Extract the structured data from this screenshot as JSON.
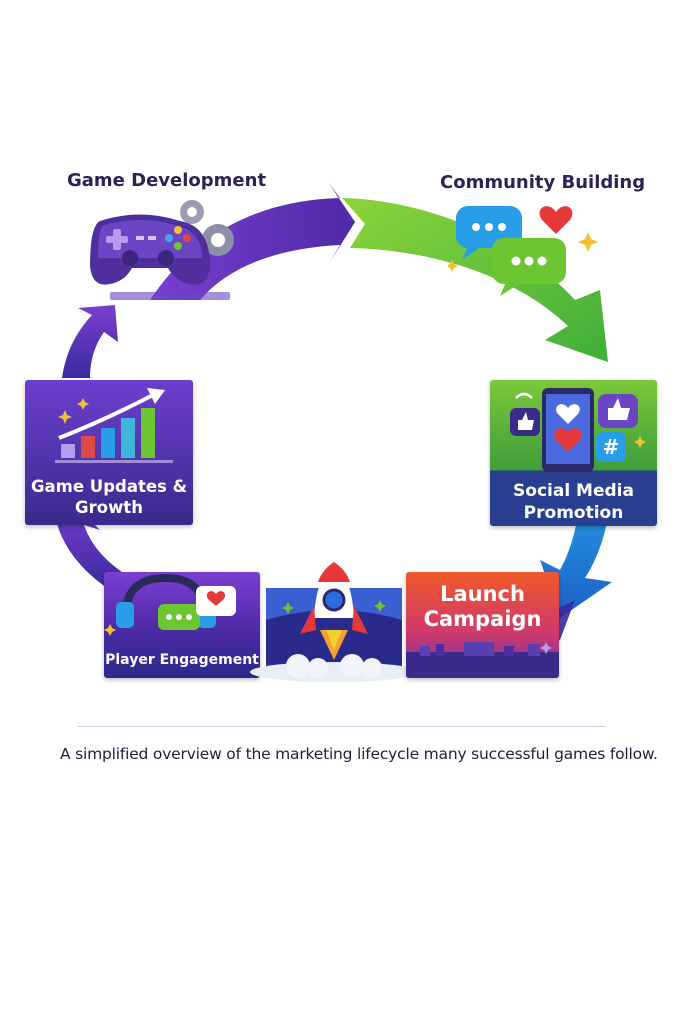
{
  "stages": {
    "game_development": "Game Development",
    "community_building": "Community Building",
    "social_media_promotion": "Social Media Promotion",
    "social_media_line1": "Social Media",
    "social_media_line2": "Promotion",
    "launch_campaign_line1": "Launch",
    "launch_campaign_line2": "Campaign",
    "player_engagement": "Player Engagement",
    "game_updates_line1": "Game Updates &",
    "game_updates_line2": "Growth"
  },
  "caption": "A simplified overview of the marketing lifecycle many successful games follow.",
  "colors": {
    "purple": "#5b2fb3",
    "green": "#6cc631",
    "blue": "#1f8ee0",
    "navy": "#2a2a8a",
    "orange": "#ee6a2a"
  }
}
